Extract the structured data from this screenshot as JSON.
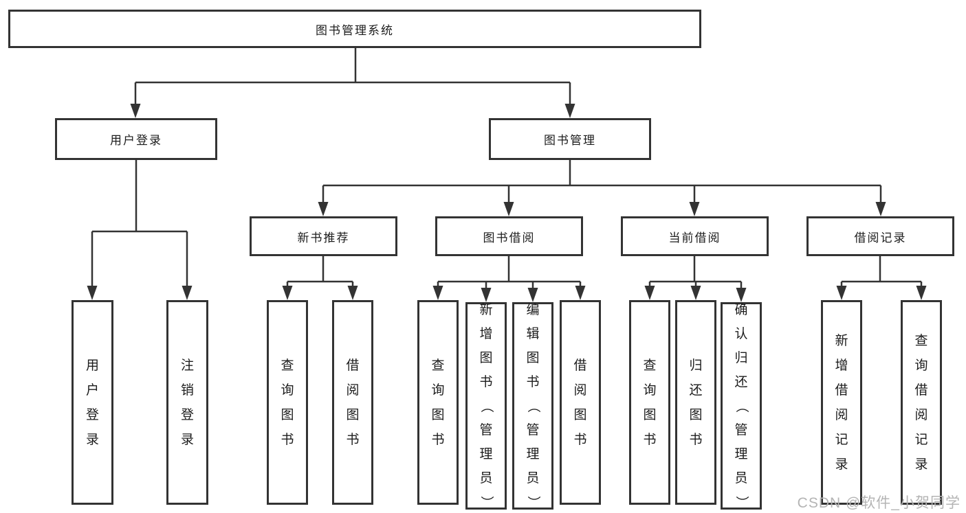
{
  "diagram": {
    "root_label": "图书管理系统",
    "branches": [
      {
        "label": "用户登录",
        "leaves": [
          "用户登录",
          "注销登录"
        ]
      },
      {
        "label": "图书管理",
        "groups": [
          {
            "label": "新书推荐",
            "leaves": [
              "查询图书",
              "借阅图书"
            ]
          },
          {
            "label": "图书借阅",
            "leaves": [
              "查询图书",
              "新增图书（管理员）",
              "编辑图书（管理员）",
              "借阅图书"
            ]
          },
          {
            "label": "当前借阅",
            "leaves": [
              "查询图书",
              "归还图书",
              "确认归还（管理员）"
            ]
          },
          {
            "label": "借阅记录",
            "leaves": [
              "新增借阅记录",
              "查询借阅记录"
            ]
          }
        ]
      }
    ]
  },
  "watermark": {
    "text": "CSDN @软件_小贺同学"
  },
  "colors": {
    "line": "#333333",
    "node_border": "#333333",
    "text": "#1c1c1c",
    "watermark": "#b4b4b4",
    "background": "#ffffff"
  }
}
